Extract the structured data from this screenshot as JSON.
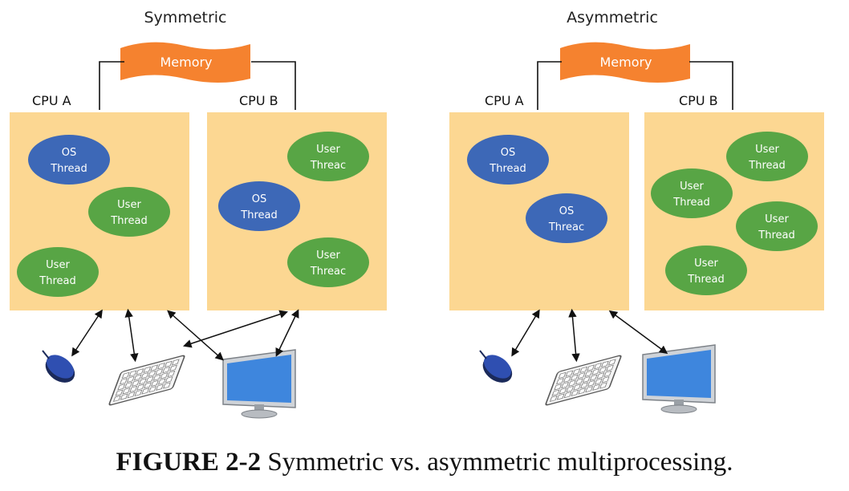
{
  "panels": [
    {
      "title": "Symmetric",
      "memory_label": "Memory",
      "cpus": [
        {
          "label": "CPU A",
          "threads": [
            {
              "kind": "os",
              "lines": [
                "OS",
                "Thread"
              ]
            },
            {
              "kind": "user",
              "lines": [
                "User",
                "Thread"
              ]
            },
            {
              "kind": "user",
              "lines": [
                "User",
                "Thread"
              ]
            }
          ]
        },
        {
          "label": "CPU B",
          "threads": [
            {
              "kind": "user",
              "lines": [
                "User",
                "Threac"
              ]
            },
            {
              "kind": "os",
              "lines": [
                "OS",
                "Thread"
              ]
            },
            {
              "kind": "user",
              "lines": [
                "User",
                "Threac"
              ]
            }
          ]
        }
      ],
      "devices": [
        "mouse-icon",
        "keyboard-icon",
        "monitor-icon"
      ]
    },
    {
      "title": "Asymmetric",
      "memory_label": "Memory",
      "cpus": [
        {
          "label": "CPU A",
          "threads": [
            {
              "kind": "os",
              "lines": [
                "OS",
                "Thread"
              ]
            },
            {
              "kind": "os",
              "lines": [
                "OS",
                "Threac"
              ]
            }
          ]
        },
        {
          "label": "CPU B",
          "threads": [
            {
              "kind": "user",
              "lines": [
                "User",
                "Thread"
              ]
            },
            {
              "kind": "user",
              "lines": [
                "User",
                "Thread"
              ]
            },
            {
              "kind": "user",
              "lines": [
                "User",
                "Thread"
              ]
            },
            {
              "kind": "user",
              "lines": [
                "User",
                "Thread"
              ]
            }
          ]
        }
      ],
      "devices": [
        "mouse-icon",
        "keyboard-icon",
        "monitor-icon"
      ]
    }
  ],
  "caption": {
    "label": "FIGURE 2-2",
    "text": "Symmetric vs. asymmetric multiprocessing."
  },
  "colors": {
    "cpu_box": "#fcd792",
    "os_thread": "#3d68b7",
    "user_thread": "#58a545",
    "memory": "#f5822f",
    "line": "#111111",
    "monitor_screen": "#3e86dd"
  }
}
